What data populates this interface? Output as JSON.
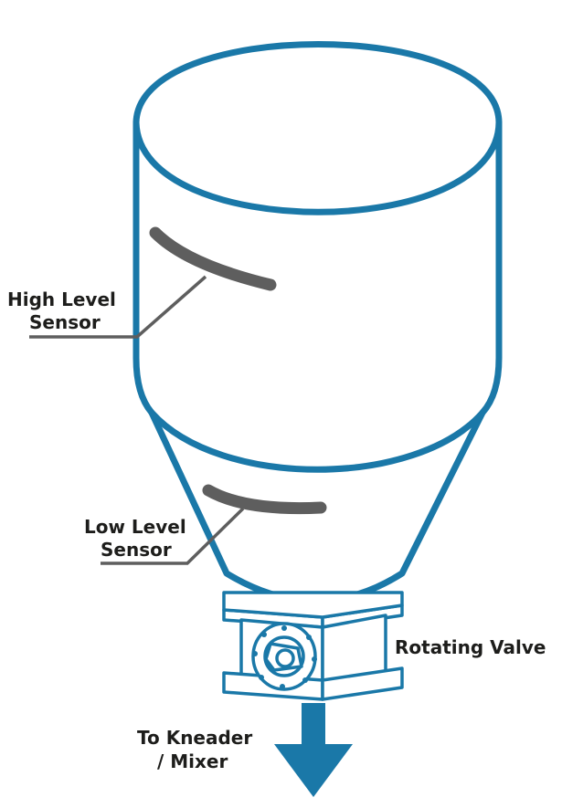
{
  "labels": {
    "high_level_sensor": [
      "High Level",
      "Sensor"
    ],
    "low_level_sensor": [
      "Low Level",
      "Sensor"
    ],
    "rotating_valve": "Rotating Valve",
    "outlet": [
      "To Kneader",
      "/ Mixer"
    ]
  },
  "colors": {
    "outline": "#1a78a8",
    "sensor": "#5e5e5e",
    "leader": "#5e5e5e",
    "text": "#1d1d1b",
    "background": "#ffffff"
  },
  "icons": {
    "arrow": "down-arrow-icon"
  }
}
